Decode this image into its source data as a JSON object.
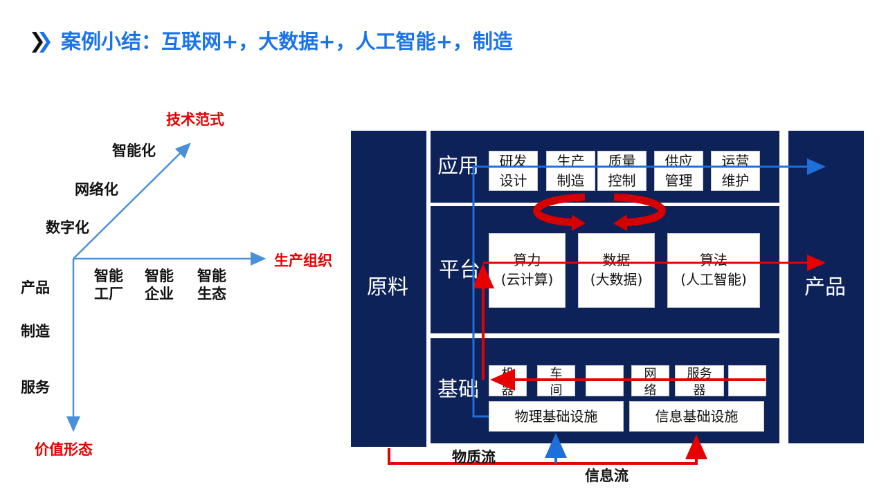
{
  "title": "案例小结：互联网+，大数据+，人工智能+，制造",
  "left": {
    "tech_paradigm": "技术范式",
    "production_org": "生产组织",
    "value_form": "价值形态",
    "intelligent": "智能化",
    "networked": "网络化",
    "digital": "数字化",
    "product": "产品",
    "manufacturing": "制造",
    "service": "服务",
    "smart_factory": [
      "智能",
      "工厂"
    ],
    "smart_enterprise": [
      "智能",
      "企业"
    ],
    "smart_ecosystem": [
      "智能",
      "生态"
    ]
  },
  "diagram": {
    "raw_material": "原料",
    "product_out": "产品",
    "app_layer": "应用",
    "platform_layer": "平台",
    "base_layer": "基础",
    "apps": [
      [
        "研发",
        "设计"
      ],
      [
        "生产",
        "制造"
      ],
      [
        "质量",
        "控制"
      ],
      [
        "供应",
        "管理"
      ],
      [
        "运营",
        "维护"
      ]
    ],
    "platforms": [
      [
        "算力",
        "(云计算)"
      ],
      [
        "数据",
        "(大数据)"
      ],
      [
        "算法",
        "(人工智能)"
      ]
    ],
    "base_items": [
      [
        "机",
        "器"
      ],
      [
        "车",
        "间"
      ],
      [
        "",
        ""
      ],
      [
        "网",
        "络"
      ],
      [
        "服务",
        "器"
      ],
      [
        "",
        ""
      ]
    ],
    "physical_infra": "物理基础设施",
    "info_infra": "信息基础设施",
    "material_flow": "物质流",
    "info_flow": "信息流"
  },
  "colors": {
    "accent_blue": "#1a73e8",
    "navy": "#0c2259",
    "flow_red": "#e60000",
    "flow_blue": "#1e6fd9"
  }
}
